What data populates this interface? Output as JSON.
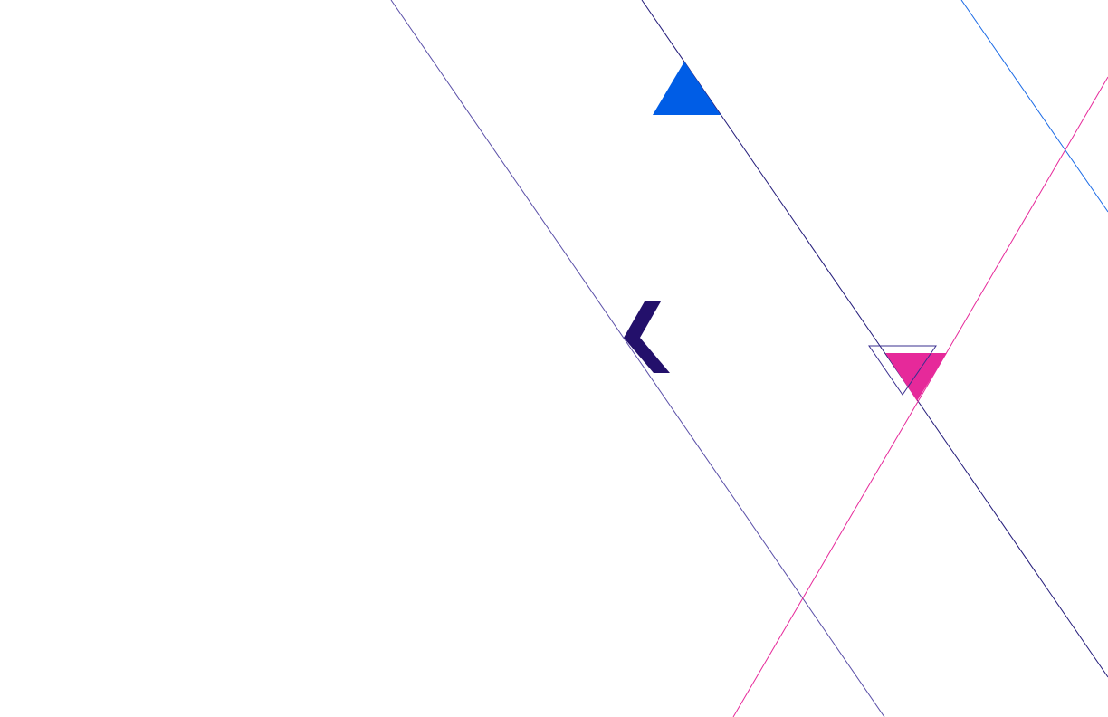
{
  "colors": {
    "background": "#ffffff",
    "line_purple": "#5a4fa8",
    "line_navy": "#241c7a",
    "line_blue": "#1a6ae6",
    "line_pink": "#e6299a",
    "triangle_blue": "#005de6",
    "chevron": "#23106b",
    "triangle_pink": "#e6299a",
    "triangle_outline": "#3a2f8f"
  },
  "icons": [
    "triangle-up-shape",
    "chevron-left-shape",
    "triangle-down-shape",
    "triangle-outline-shape"
  ]
}
